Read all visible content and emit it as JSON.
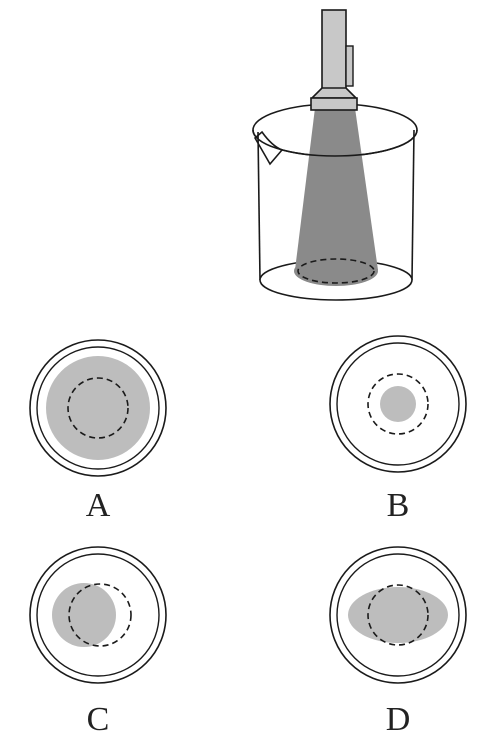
{
  "options": [
    {
      "label": "A"
    },
    {
      "label": "B"
    },
    {
      "label": "C"
    },
    {
      "label": "D"
    }
  ],
  "colors": {
    "stroke": "#1a1a1a",
    "beam": "#8a8a8a",
    "spot": "#bdbdbd",
    "background": "#ffffff"
  },
  "icons": {
    "light_source": "flashlight-icon",
    "container": "beaker-icon"
  }
}
